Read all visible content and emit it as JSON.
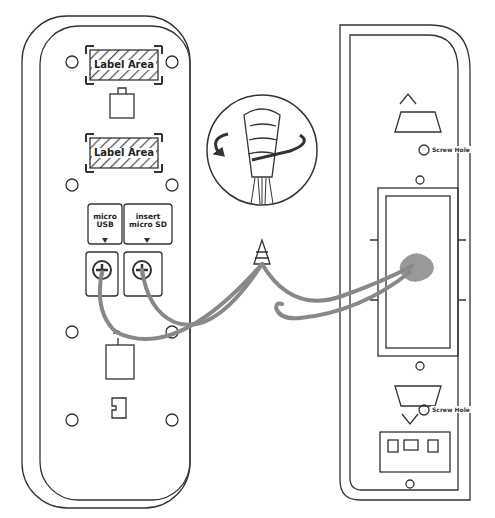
{
  "diagram": {
    "nodes": [
      {
        "text": [
          "Label Area"
        ]
      },
      {
        "text": [
          "Label Area"
        ]
      },
      {
        "text": [
          "micro USB"
        ]
      },
      {
        "text": [
          "insert micro SD"
        ]
      }
    ],
    "labels": [
      "Screw Hole",
      "Screw Hole"
    ]
  }
}
